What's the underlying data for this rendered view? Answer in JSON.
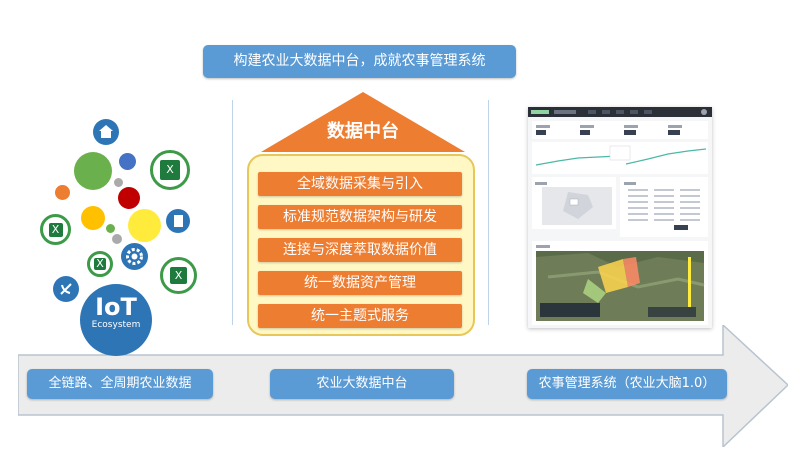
{
  "header": {
    "title": "构建农业大数据中台，成就农事管理系统"
  },
  "pyramid": {
    "label": "数据中台"
  },
  "platform_items": [
    "全域数据采集与引入",
    "标准规范数据架构与研发",
    "连接与深度萃取数据价值",
    "统一数据资产管理",
    "统一主题式服务"
  ],
  "bottom": {
    "left_label": "全链路、全周期农业数据",
    "middle_label": "农业大数据中台",
    "right_label": "农事管理系统（农业大脑1.0）"
  },
  "iot": {
    "main": "IoT",
    "sub": "Ecosystem"
  },
  "icons": [
    "home-icon",
    "excel-icon",
    "settings-icon",
    "satellite-dish-icon",
    "document-icon"
  ],
  "colors": {
    "blue": "#5b9bd5",
    "orange": "#ed7d31",
    "panel": "#fff7c4",
    "green": "#3c9a48",
    "iot": "#2e75b6"
  }
}
